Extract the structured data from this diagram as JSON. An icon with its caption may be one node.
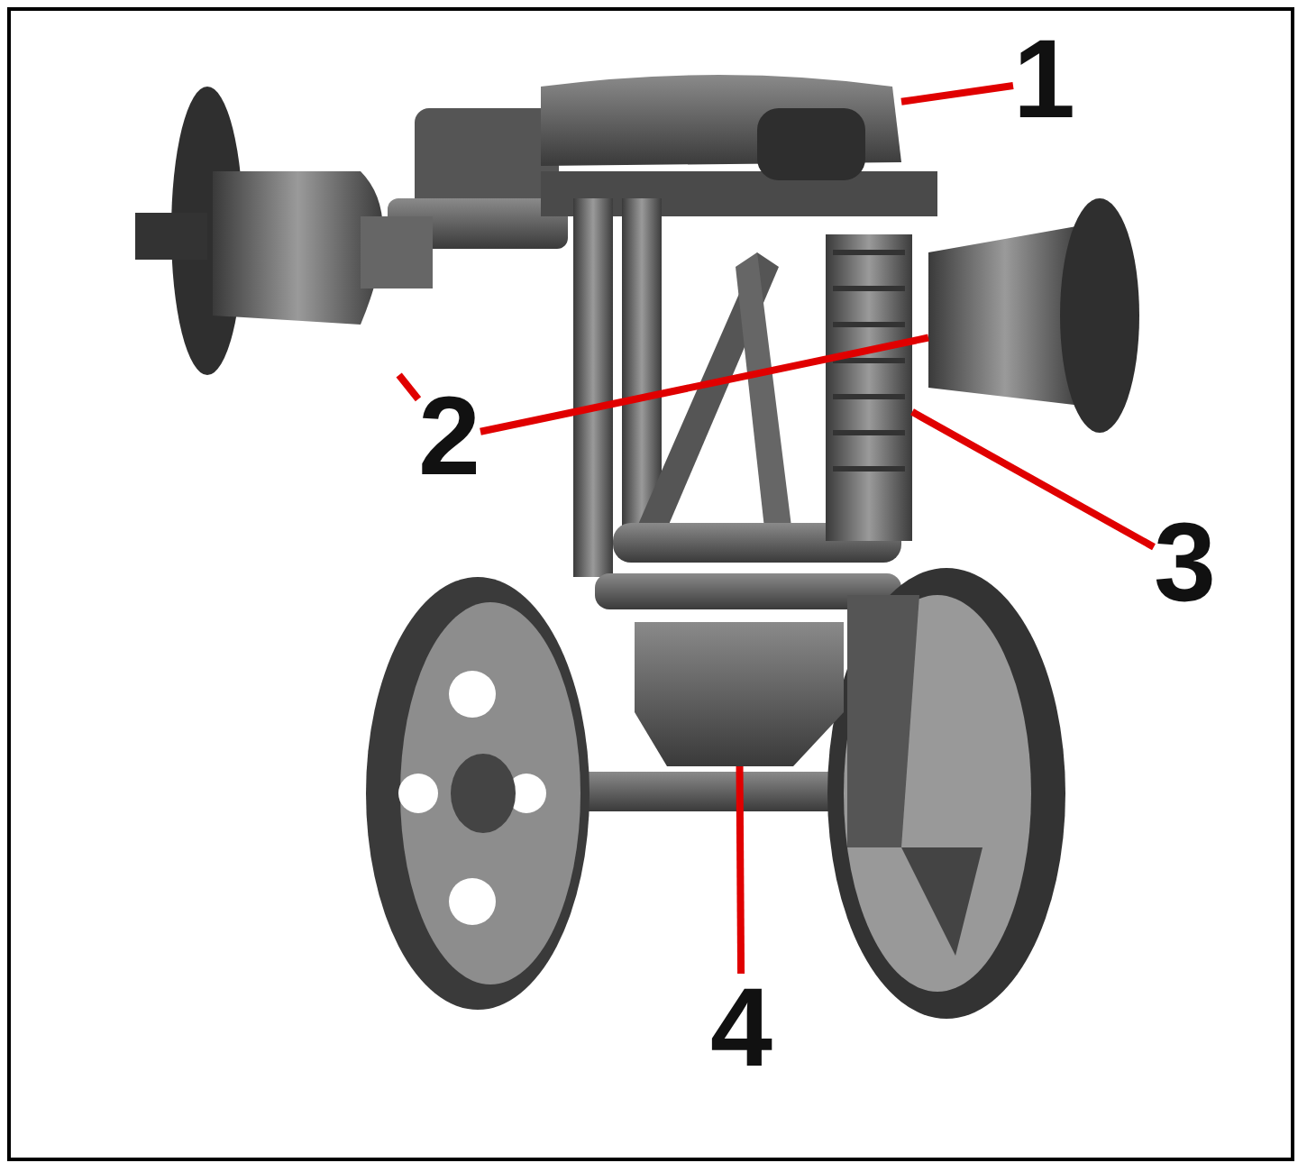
{
  "diagram": {
    "nodes": [
      {
        "text": [
          "1"
        ]
      },
      {
        "text": [],
        "shape": "picture"
      },
      {
        "text": [
          "2"
        ]
      },
      {
        "text": [],
        "shape": "picture"
      },
      {
        "text": [],
        "shape": "picture"
      },
      {
        "text": [
          "3"
        ]
      },
      {
        "text": [],
        "shape": "picture"
      },
      {
        "text": [
          "4"
        ]
      },
      {
        "text": [],
        "shape": "picture"
      }
    ],
    "edges": [
      {
        "from": 0,
        "to": 1,
        "arrow": "none"
      },
      {
        "from": 2,
        "to": 3,
        "arrow": "none"
      },
      {
        "from": 2,
        "to": 4,
        "arrow": "none"
      },
      {
        "from": 5,
        "to": 6,
        "arrow": "none"
      },
      {
        "from": 7,
        "to": 8,
        "arrow": "none"
      }
    ]
  }
}
